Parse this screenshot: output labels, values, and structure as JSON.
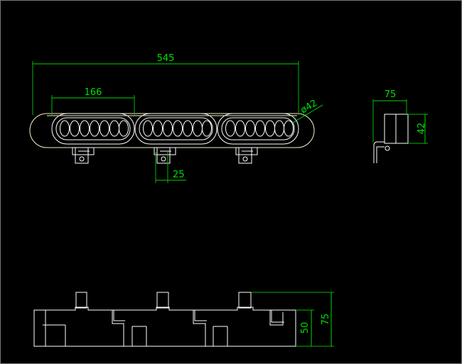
{
  "drawing": {
    "dimensions": {
      "overall_length": "545",
      "module_length": "166",
      "lens_diameter": "ø42",
      "bracket_spacing": "25",
      "side_depth": "75",
      "side_height": "42",
      "bottom_height": "50",
      "bottom_total": "75"
    }
  }
}
